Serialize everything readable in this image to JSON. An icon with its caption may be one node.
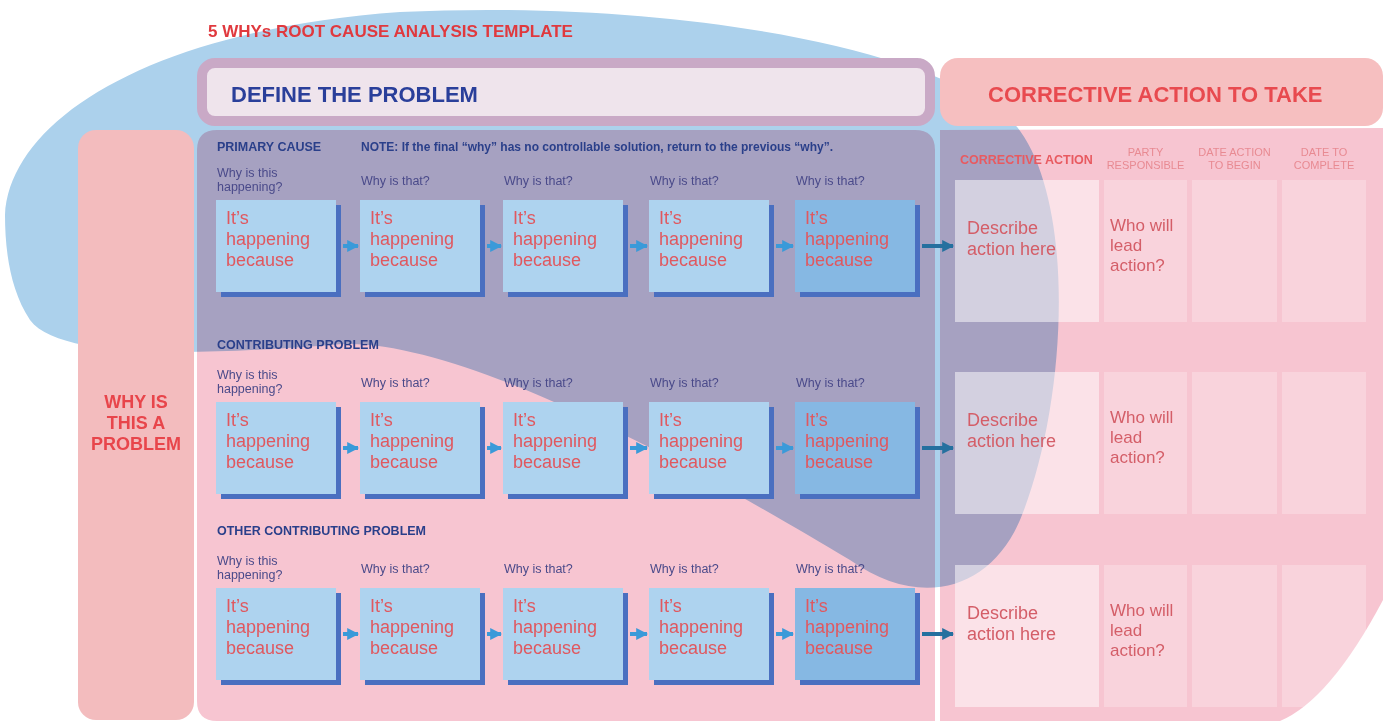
{
  "diagram": {
    "title": "5 WHYs ROOT CAUSE ANALYSIS TEMPLATE",
    "nodes": [
      {
        "text": [
          "DEFINE THE PROBLEM"
        ]
      },
      {
        "text": [
          "CORRECTIVE ACTION TO TAKE"
        ]
      },
      {
        "text": [
          "WHY IS THIS A PROBLEM"
        ]
      },
      {
        "text": [
          "It’s happening because"
        ]
      },
      {
        "text": [
          "It’s happening because"
        ]
      },
      {
        "text": [
          "It’s happening because"
        ]
      },
      {
        "text": [
          "It’s happening because"
        ]
      },
      {
        "text": [
          "It’s happening because"
        ]
      },
      {
        "text": [
          "Describe action here"
        ]
      },
      {
        "text": [
          "Who will lead action?"
        ]
      },
      {
        "text": [],
        "shape": "box"
      },
      {
        "text": [],
        "shape": "box"
      },
      {
        "text": [
          "It’s happening because"
        ]
      },
      {
        "text": [
          "It’s happening because"
        ]
      },
      {
        "text": [
          "It’s happening because"
        ]
      },
      {
        "text": [
          "It’s happening because"
        ]
      },
      {
        "text": [
          "It’s happening because"
        ]
      },
      {
        "text": [
          "Describe action here"
        ]
      },
      {
        "text": [
          "Who will lead action?"
        ]
      },
      {
        "text": [],
        "shape": "box"
      },
      {
        "text": [],
        "shape": "box"
      },
      {
        "text": [
          "It’s happening because"
        ]
      },
      {
        "text": [
          "It’s happening because"
        ]
      },
      {
        "text": [
          "It’s happening because"
        ]
      },
      {
        "text": [
          "It’s happening because"
        ]
      },
      {
        "text": [
          "It’s happening because"
        ]
      },
      {
        "text": [
          "Describe action here"
        ]
      },
      {
        "text": [
          "Who will lead action?"
        ]
      },
      {
        "text": [],
        "shape": "box"
      },
      {
        "text": [],
        "shape": "box"
      }
    ],
    "edges": [
      {
        "from": 3,
        "to": 4,
        "arrow": "to"
      },
      {
        "from": 4,
        "to": 5,
        "arrow": "to"
      },
      {
        "from": 5,
        "to": 6,
        "arrow": "to"
      },
      {
        "from": 6,
        "to": 7,
        "arrow": "to"
      },
      {
        "from": 7,
        "to": 8,
        "arrow": "to",
        "color": "#25709f"
      },
      {
        "from": 12,
        "to": 13,
        "arrow": "to"
      },
      {
        "from": 13,
        "to": 14,
        "arrow": "to"
      },
      {
        "from": 14,
        "to": 15,
        "arrow": "to"
      },
      {
        "from": 15,
        "to": 16,
        "arrow": "to"
      },
      {
        "from": 16,
        "to": 17,
        "arrow": "to",
        "color": "#25709f"
      },
      {
        "from": 21,
        "to": 22,
        "arrow": "to"
      },
      {
        "from": 22,
        "to": 23,
        "arrow": "to"
      },
      {
        "from": 23,
        "to": 24,
        "arrow": "to"
      },
      {
        "from": 24,
        "to": 25,
        "arrow": "to"
      },
      {
        "from": 25,
        "to": 26,
        "arrow": "to",
        "color": "#25709f"
      }
    ],
    "labels": [
      "PRIMARY CAUSE",
      "NOTE: If the final “why” has no controllable solution, return to the previous “why”.",
      "CORRECTIVE ACTION",
      "PARTY RESPONSIBLE",
      "DATE ACTION TO BEGIN",
      "DATE TO COMPLETE",
      "Why is this happening?",
      "Why is that?",
      "Why is that?",
      "Why is that?",
      "Why is that?",
      "CONTRIBUTING PROBLEM",
      "Why is this happening?",
      "Why is that?",
      "Why is that?",
      "Why is that?",
      "Why is that?",
      "OTHER CONTRIBUTING PROBLEM",
      "Why is this happening?",
      "Why is that?",
      "Why is that?",
      "Why is that?",
      "Why is that?"
    ]
  }
}
